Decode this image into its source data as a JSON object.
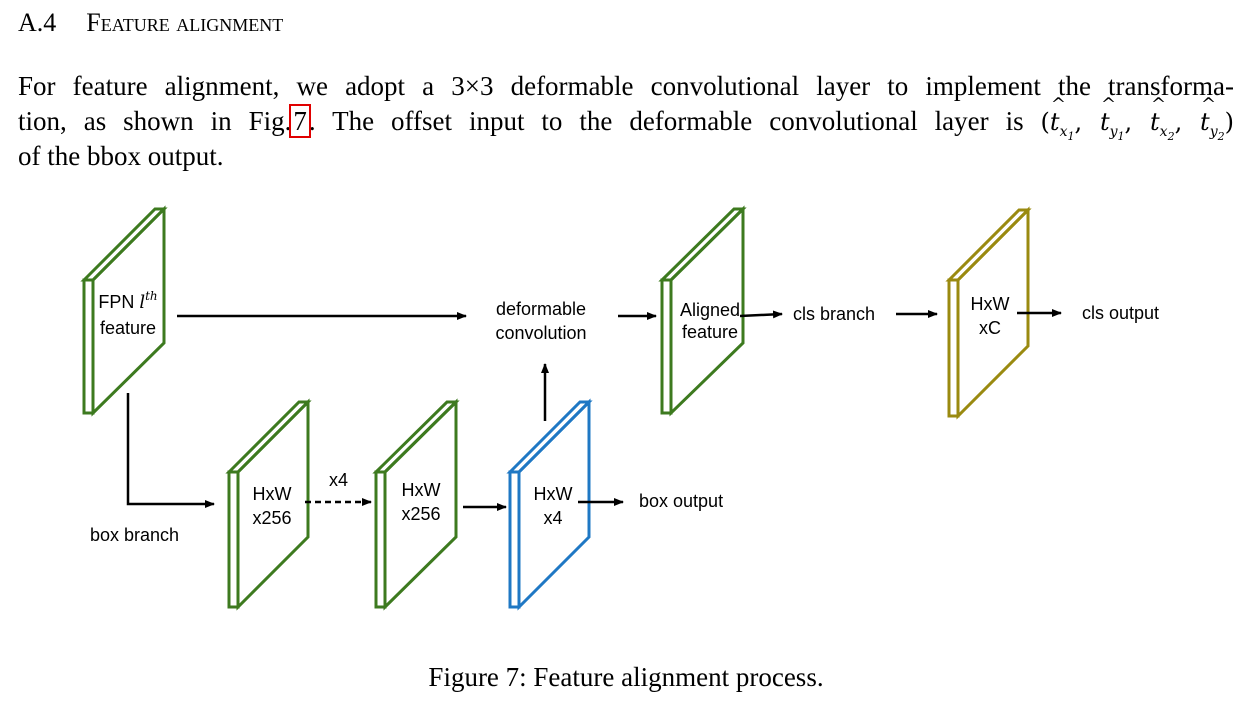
{
  "section": {
    "number": "A.4",
    "title": "Feature alignment"
  },
  "paragraph": {
    "line1": "For feature alignment, we adopt a 3×3 deformable convolutional layer to implement the transforma-",
    "line2_before": "tion, as shown in Fig.",
    "fig_ref": "7",
    "line2_after": ". The offset input to the deformable convolutional layer is ",
    "line3": "of the bbox output."
  },
  "math": {
    "open": "(",
    "t": "t",
    "sub_x": "x",
    "sub_y": "y",
    "idx1": "1",
    "idx2": "2",
    "comma": ", ",
    "close": ")"
  },
  "diagram": {
    "fpn_label_a": "FPN ",
    "fpn_label_l": "l",
    "fpn_label_sup": "th",
    "fpn_label_b": "feature",
    "deform_a": "deformable",
    "deform_b": "convolution",
    "aligned_a": "Aligned",
    "aligned_b": "feature",
    "cls_branch": "cls branch",
    "hxwxc_a": "HxW",
    "hxwxc_b": "xC",
    "cls_output": "cls output",
    "box_branch": "box branch",
    "hxw256_1_a": "HxW",
    "hxw256_1_b": "x256",
    "repeat": "x4",
    "hxw256_2_a": "HxW",
    "hxw256_2_b": "x256",
    "hxw4_a": "HxW",
    "hxw4_b": "x4",
    "box_output": "box output",
    "colors": {
      "green": "#3d7a1f",
      "blue": "#1f78c4",
      "olive": "#9a8a10",
      "arrow": "#000000"
    }
  },
  "caption": "Figure 7: Feature alignment process."
}
